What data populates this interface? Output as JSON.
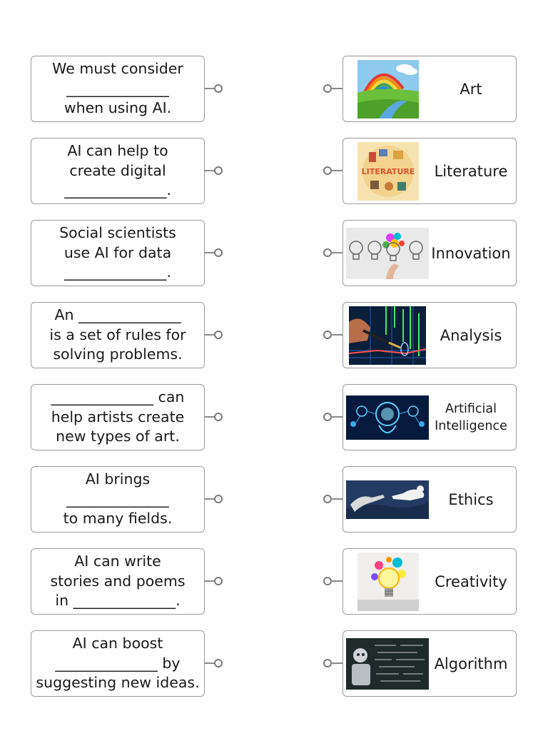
{
  "prompts": [
    {
      "text": "We must consider\n______________\nwhen using AI."
    },
    {
      "text": "AI can help to\ncreate digital\n______________."
    },
    {
      "text": "Social scientists\nuse AI for data\n______________."
    },
    {
      "text": "An ______________\nis a set of rules for\nsolving problems."
    },
    {
      "text": "______________ can\nhelp artists create\nnew types of art."
    },
    {
      "text": "AI brings\n______________\nto many fields."
    },
    {
      "text": "AI can write\nstories and poems\nin ______________."
    },
    {
      "text": "AI can boost\n______________ by\nsuggesting new ideas."
    }
  ],
  "answers": [
    {
      "label": "Art",
      "image": "rainbow-landscape-image"
    },
    {
      "label": "Literature",
      "image": "literature-illustration-image",
      "image_text": "LITERATURE"
    },
    {
      "label": "Innovation",
      "image": "lightbulbs-image"
    },
    {
      "label": "Analysis",
      "image": "data-graph-pen-image"
    },
    {
      "label": "Artificial Intelligence",
      "image": "digital-brain-image"
    },
    {
      "label": "Ethics",
      "image": "robot-human-hands-image"
    },
    {
      "label": "Creativity",
      "image": "colorful-lightbulb-image"
    },
    {
      "label": "Algorithm",
      "image": "robot-chalkboard-image"
    }
  ]
}
